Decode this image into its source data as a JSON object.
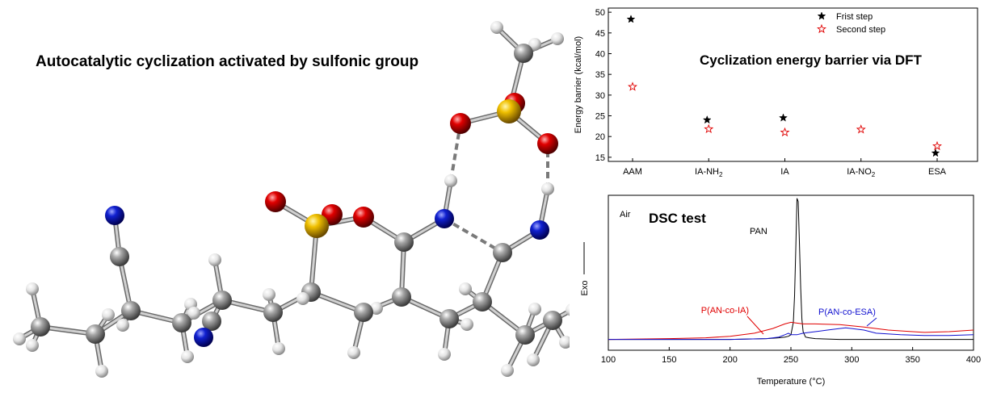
{
  "molecule": {
    "title": "Autocatalytic cyclization activated by sulfonic  group"
  },
  "colors": {
    "carbon": "#8c8c8c",
    "hydrogen": "#e8e8e8",
    "nitrogen": "#1010d0",
    "oxygen": "#e00000",
    "sulfur": "#f0c000",
    "first_step": "#000000",
    "second_step": "#e00000",
    "pan": "#000000",
    "p_an_co_ia": "#e00000",
    "p_an_co_esa": "#1010d0"
  },
  "chart_data": [
    {
      "type": "scatter",
      "title": "Cyclization energy barrier via DFT",
      "ylabel": "Energy barrier (kcal/mol)",
      "categories": [
        "AAM",
        "IA-NH2",
        "IA",
        "IA-NO2",
        "ESA"
      ],
      "category_labels": [
        {
          "base": "AAM",
          "sub": ""
        },
        {
          "base": "IA-NH",
          "sub": "2"
        },
        {
          "base": "IA",
          "sub": ""
        },
        {
          "base": "IA-NO",
          "sub": "2"
        },
        {
          "base": "ESA",
          "sub": ""
        }
      ],
      "ylim": [
        14,
        51
      ],
      "yticks": [
        15,
        20,
        25,
        30,
        35,
        40,
        45,
        50
      ],
      "legend_position": "top-right",
      "series": [
        {
          "name": "Frist step",
          "marker": "filled-star",
          "values": [
            48.3,
            24.0,
            24.5,
            null,
            16.0
          ]
        },
        {
          "name": "Second step",
          "marker": "open-star",
          "values": [
            32.0,
            21.8,
            21.0,
            21.7,
            17.7
          ]
        }
      ]
    },
    {
      "type": "line",
      "title": "DSC test",
      "corner_label": "Air",
      "xlabel": "Temperature (°C)",
      "ylabel": "Exo",
      "xlim": [
        100,
        400
      ],
      "xticks": [
        100,
        150,
        200,
        250,
        300,
        350,
        400
      ],
      "ylim": [
        0,
        1
      ],
      "series": [
        {
          "name": "PAN",
          "x": [
            100,
            150,
            200,
            230,
            240,
            245,
            248,
            250,
            252,
            253,
            254,
            255,
            256,
            257,
            258,
            259,
            260,
            262,
            265,
            270,
            290,
            320,
            350,
            380,
            400
          ],
          "y": [
            0.07,
            0.07,
            0.07,
            0.075,
            0.08,
            0.085,
            0.09,
            0.1,
            0.18,
            0.35,
            0.65,
            0.98,
            0.96,
            0.7,
            0.4,
            0.2,
            0.12,
            0.085,
            0.08,
            0.075,
            0.07,
            0.07,
            0.07,
            0.07,
            0.07
          ]
        },
        {
          "name": "P(AN-co-IA)",
          "x": [
            100,
            150,
            180,
            200,
            220,
            235,
            245,
            250,
            255,
            260,
            270,
            290,
            310,
            330,
            350,
            360,
            380,
            400
          ],
          "y": [
            0.07,
            0.075,
            0.08,
            0.09,
            0.11,
            0.14,
            0.17,
            0.18,
            0.175,
            0.17,
            0.17,
            0.165,
            0.15,
            0.13,
            0.12,
            0.115,
            0.12,
            0.13
          ]
        },
        {
          "name": "P(AN-co-ESA)",
          "x": [
            100,
            150,
            200,
            230,
            240,
            245,
            248,
            250,
            255,
            260,
            270,
            280,
            290,
            295,
            300,
            310,
            320,
            340,
            360,
            380,
            400
          ],
          "y": [
            0.07,
            0.07,
            0.07,
            0.075,
            0.085,
            0.1,
            0.11,
            0.1,
            0.1,
            0.11,
            0.12,
            0.13,
            0.14,
            0.145,
            0.14,
            0.13,
            0.11,
            0.1,
            0.095,
            0.095,
            0.1
          ]
        }
      ]
    }
  ]
}
